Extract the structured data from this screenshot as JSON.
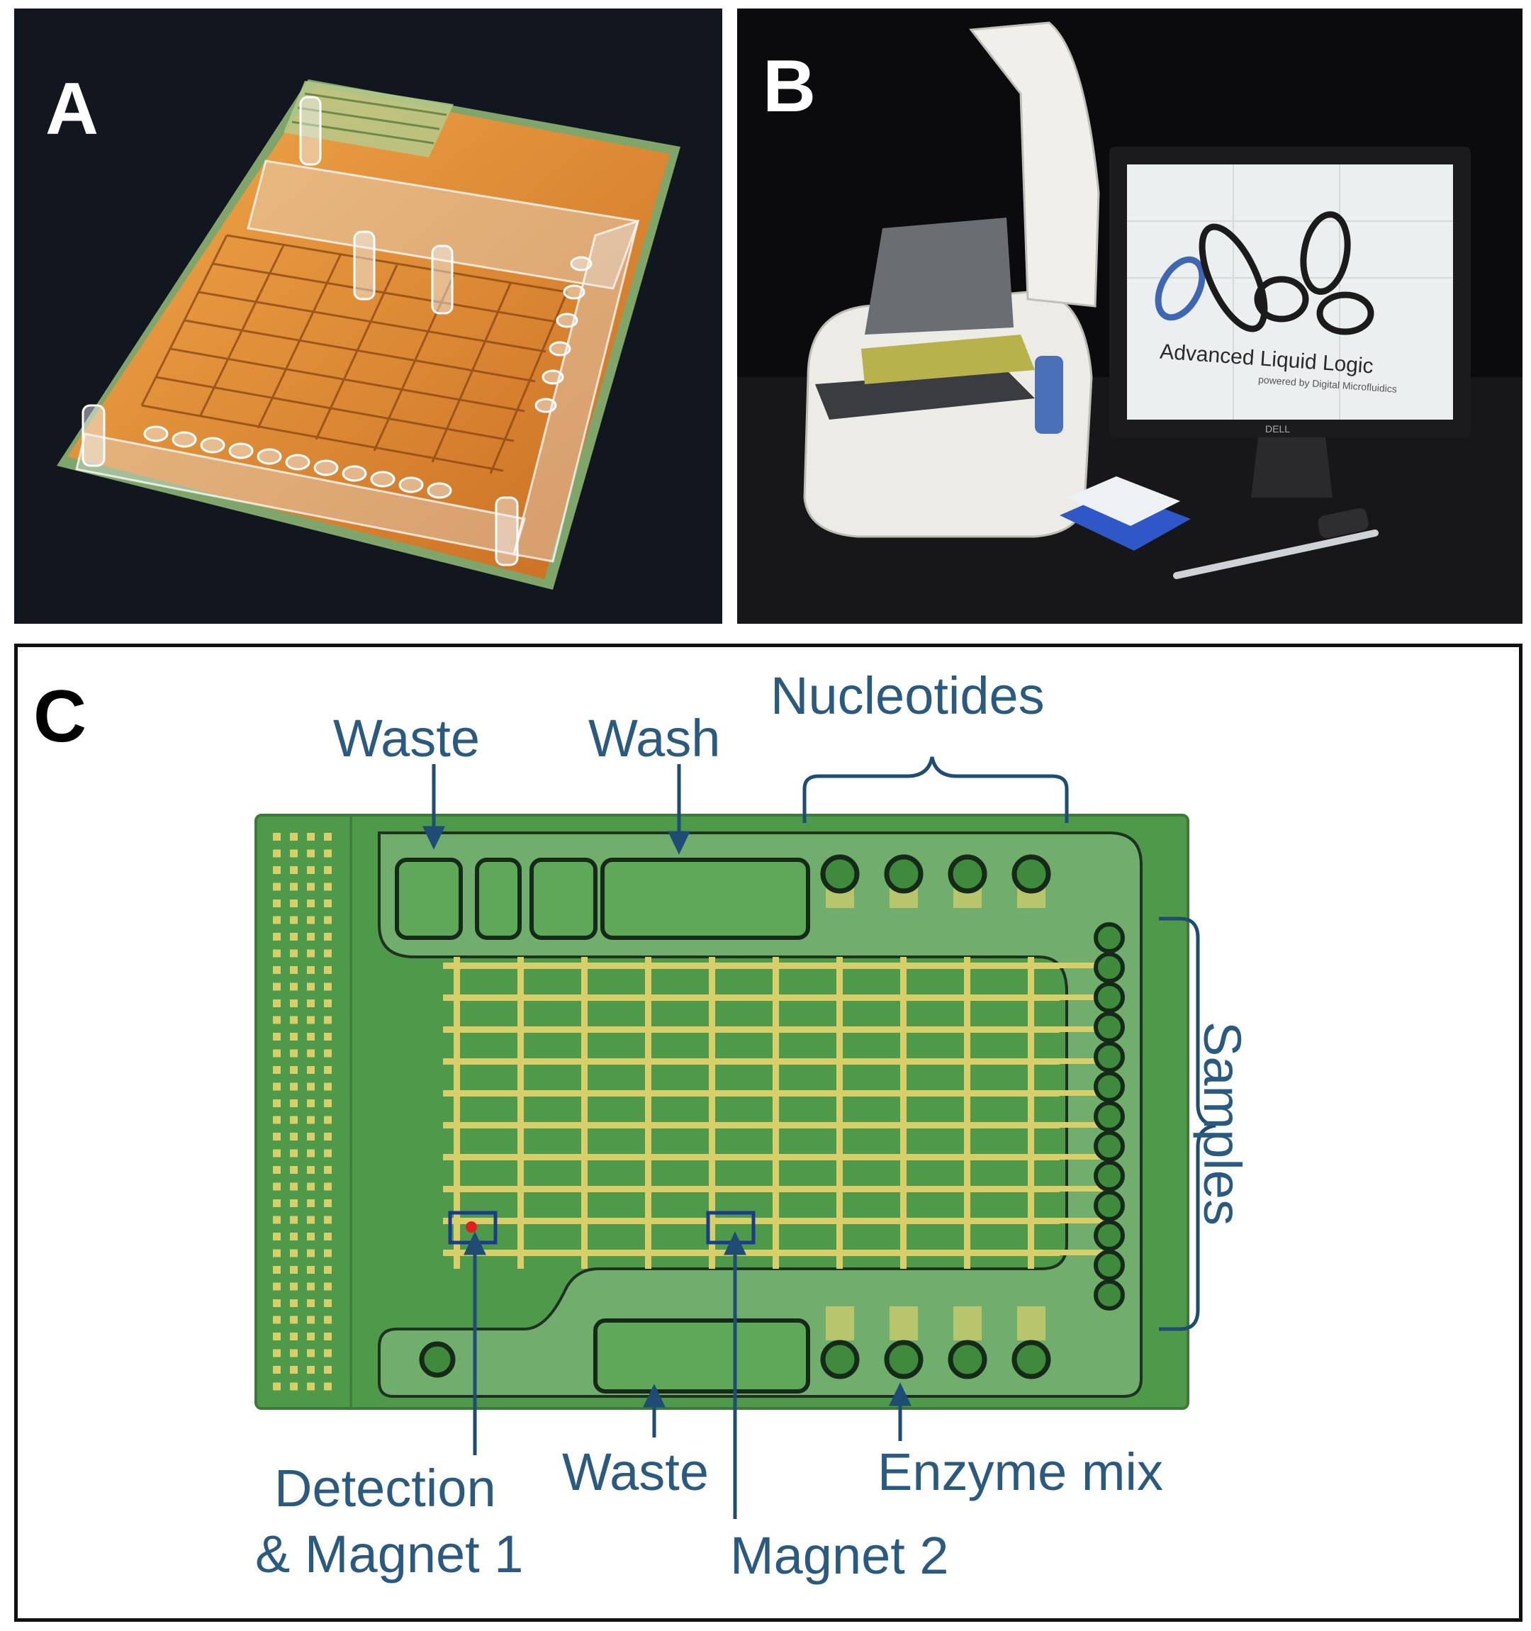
{
  "panels": {
    "a": {
      "letter": "A"
    },
    "b": {
      "letter": "B",
      "screen_brand": "Advanced Liquid Logic",
      "screen_tagline": "powered by Digital Microfluidics",
      "monitor_badge": "DELL"
    },
    "c": {
      "letter": "C"
    }
  },
  "diagram_labels": {
    "waste_top": "Waste",
    "wash": "Wash",
    "nucleotides": "Nucleotides",
    "samples": "Samples",
    "detection_line1": "Detection",
    "detection_line2": "& Magnet 1",
    "waste_bottom": "Waste",
    "magnet2": "Magnet 2",
    "enzyme_mix": "Enzyme mix"
  },
  "colors": {
    "board_green": "#4f9a4a",
    "electrode_yellow": "#d9cf6a",
    "label_blue": "#2a5a80",
    "detection_red": "#e02020"
  }
}
